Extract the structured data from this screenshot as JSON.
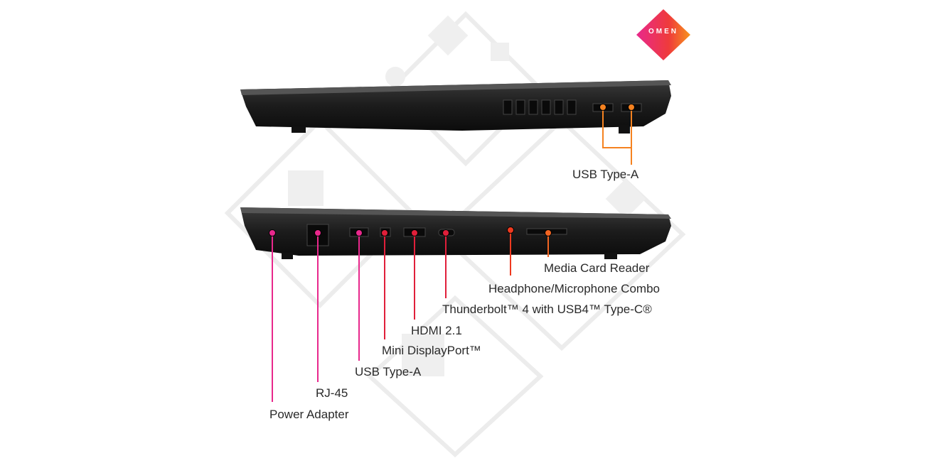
{
  "brand": {
    "logo_text": "OMEN"
  },
  "colors": {
    "pink": "#e8288c",
    "red": "#e01f3a",
    "orange_red": "#ee3a1f",
    "orange": "#f26522",
    "amber": "#f58220"
  },
  "right_side": {
    "ports": [
      {
        "label": "USB Type-A"
      }
    ]
  },
  "left_side": {
    "ports": [
      {
        "label": "Power Adapter"
      },
      {
        "label": "RJ-45"
      },
      {
        "label": "USB Type-A"
      },
      {
        "label": "Mini DisplayPort™"
      },
      {
        "label": "HDMI 2.1"
      },
      {
        "label": "Thunderbolt™ 4 with USB4™ Type-C®"
      },
      {
        "label": "Headphone/Microphone Combo"
      },
      {
        "label": "Media Card Reader"
      }
    ]
  }
}
